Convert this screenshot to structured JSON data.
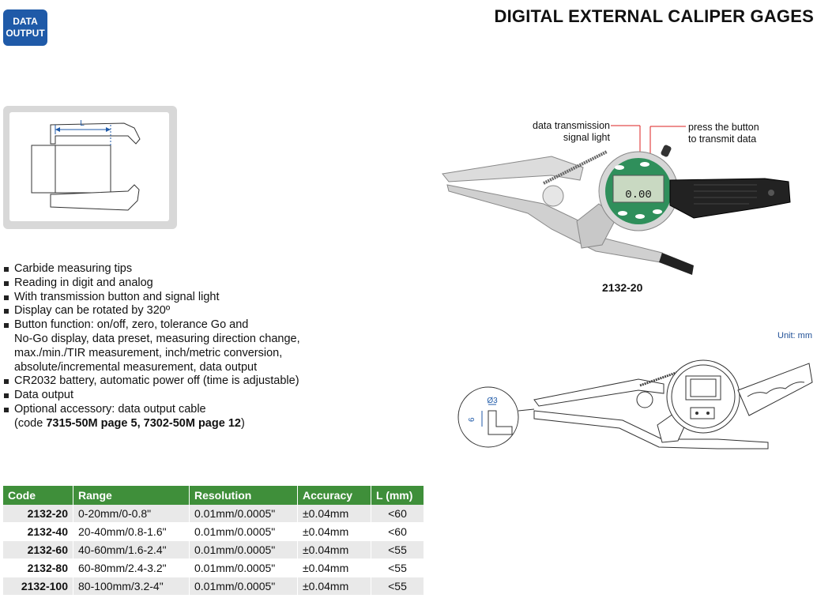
{
  "badge": {
    "line1": "DATA",
    "line2": "OUTPUT"
  },
  "title": "DIGITAL EXTERNAL CALIPER GAGES",
  "diagram": {
    "dimension_label": "L"
  },
  "features": [
    {
      "text": "Carbide measuring tips"
    },
    {
      "text": "Reading in digit and analog"
    },
    {
      "text": "With transmission button and signal light"
    },
    {
      "text": "Display can be rotated by 320º"
    },
    {
      "text": "Button function: on/off, zero, tolerance Go and",
      "cont": [
        "No-Go display, data preset, measuring direction change,",
        "max./min./TIR measurement, inch/metric conversion,",
        "absolute/incremental measurement, data output"
      ]
    },
    {
      "text": "CR2032 battery, automatic power off (time is adjustable)"
    },
    {
      "text": "Data output"
    },
    {
      "text": "Optional accessory: data output cable",
      "code_prefix": "(code ",
      "code_bold": "7315-50M page 5, 7302-50M page 12",
      "code_suffix": ")"
    }
  ],
  "photo": {
    "label_left_1": "data transmission",
    "label_left_2": "signal light",
    "label_right_1": "press the button",
    "label_right_2": "to transmit data",
    "display_reading": "0.00",
    "model": "2132-20"
  },
  "unit": "Unit: mm",
  "drawing": {
    "tip_diameter": "Ø3",
    "tip_length": "6"
  },
  "table": {
    "headers": [
      "Code",
      "Range",
      "Resolution",
      "Accuracy",
      "L (mm)"
    ],
    "rows": [
      [
        "2132-20",
        "0-20mm/0-0.8\"",
        "0.01mm/0.0005\"",
        "±0.04mm",
        "<60"
      ],
      [
        "2132-40",
        "20-40mm/0.8-1.6\"",
        "0.01mm/0.0005\"",
        "±0.04mm",
        "<60"
      ],
      [
        "2132-60",
        "40-60mm/1.6-2.4\"",
        "0.01mm/0.0005\"",
        "±0.04mm",
        "<55"
      ],
      [
        "2132-80",
        "60-80mm/2.4-3.2\"",
        "0.01mm/0.0005\"",
        "±0.04mm",
        "<55"
      ],
      [
        "2132-100",
        "80-100mm/3.2-4\"",
        "0.01mm/0.0005\"",
        "±0.04mm",
        "<55"
      ]
    ]
  },
  "colors": {
    "badge": "#1f5aa8",
    "table_header": "#3f8f3a",
    "gauge_face": "#2f8f5b",
    "handle": "#222222"
  }
}
